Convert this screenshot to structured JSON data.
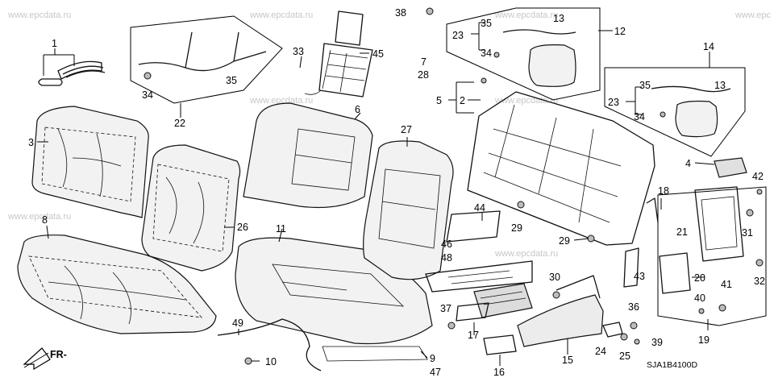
{
  "watermark": "www.epcdata.ru",
  "watermark_cut": "www.epc",
  "drawing_code": "SJA1B4100D",
  "front_arrow_label": "FR-",
  "callouts": {
    "c1": "1",
    "c2": "2",
    "c3": "3",
    "c4": "4",
    "c5": "5",
    "c6": "6",
    "c7": "7",
    "c8": "8",
    "c9": "9",
    "c10": "10",
    "c11": "11",
    "c12": "12",
    "c13": "13",
    "c13b": "13",
    "c14": "14",
    "c15": "15",
    "c16": "16",
    "c17": "17",
    "c18": "18",
    "c19": "19",
    "c20": "20",
    "c21": "21",
    "c22": "22",
    "c23": "23",
    "c23b": "23",
    "c24": "24",
    "c25": "25",
    "c26": "26",
    "c27": "27",
    "c28": "28",
    "c29": "29",
    "c29b": "29",
    "c30": "30",
    "c31": "31",
    "c32": "32",
    "c33": "33",
    "c34": "34",
    "c34b": "34",
    "c34c": "34",
    "c35": "35",
    "c35b": "35",
    "c35c": "35",
    "c36": "36",
    "c37": "37",
    "c38": "38",
    "c39": "39",
    "c40": "40",
    "c41": "41",
    "c42": "42",
    "c43": "43",
    "c44": "44",
    "c45": "45",
    "c46": "46",
    "c47": "47",
    "c48": "48",
    "c49": "49"
  }
}
